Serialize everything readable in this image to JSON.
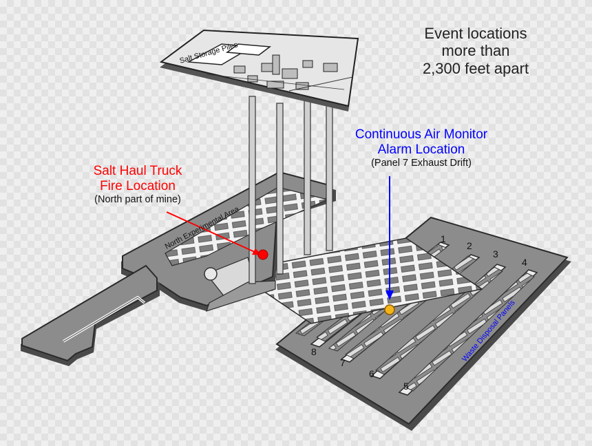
{
  "headline": {
    "line1": "Event locations",
    "line2": "more than",
    "line3": "2,300 feet apart"
  },
  "surface_label": "Salt Storage Piles",
  "area_label": "North Experimental Area",
  "panels_label": "Waste Disposal Panels",
  "fire": {
    "line1": "Salt Haul Truck",
    "line2": "Fire Location",
    "note": "(North part of mine)"
  },
  "cam": {
    "line1": "Continuous Air Monitor",
    "line2": "Alarm Location",
    "note": "(Panel 7 Exhaust Drift)"
  },
  "panel_numbers": [
    "1",
    "2",
    "3",
    "4",
    "5",
    "6",
    "7",
    "8"
  ],
  "colors": {
    "fire": "#ff0000",
    "monitor": "#0000ff",
    "alarm_dot": "#f4b41a",
    "mine_floor": "#8c8c8c",
    "surface": "#e6e6e6"
  }
}
